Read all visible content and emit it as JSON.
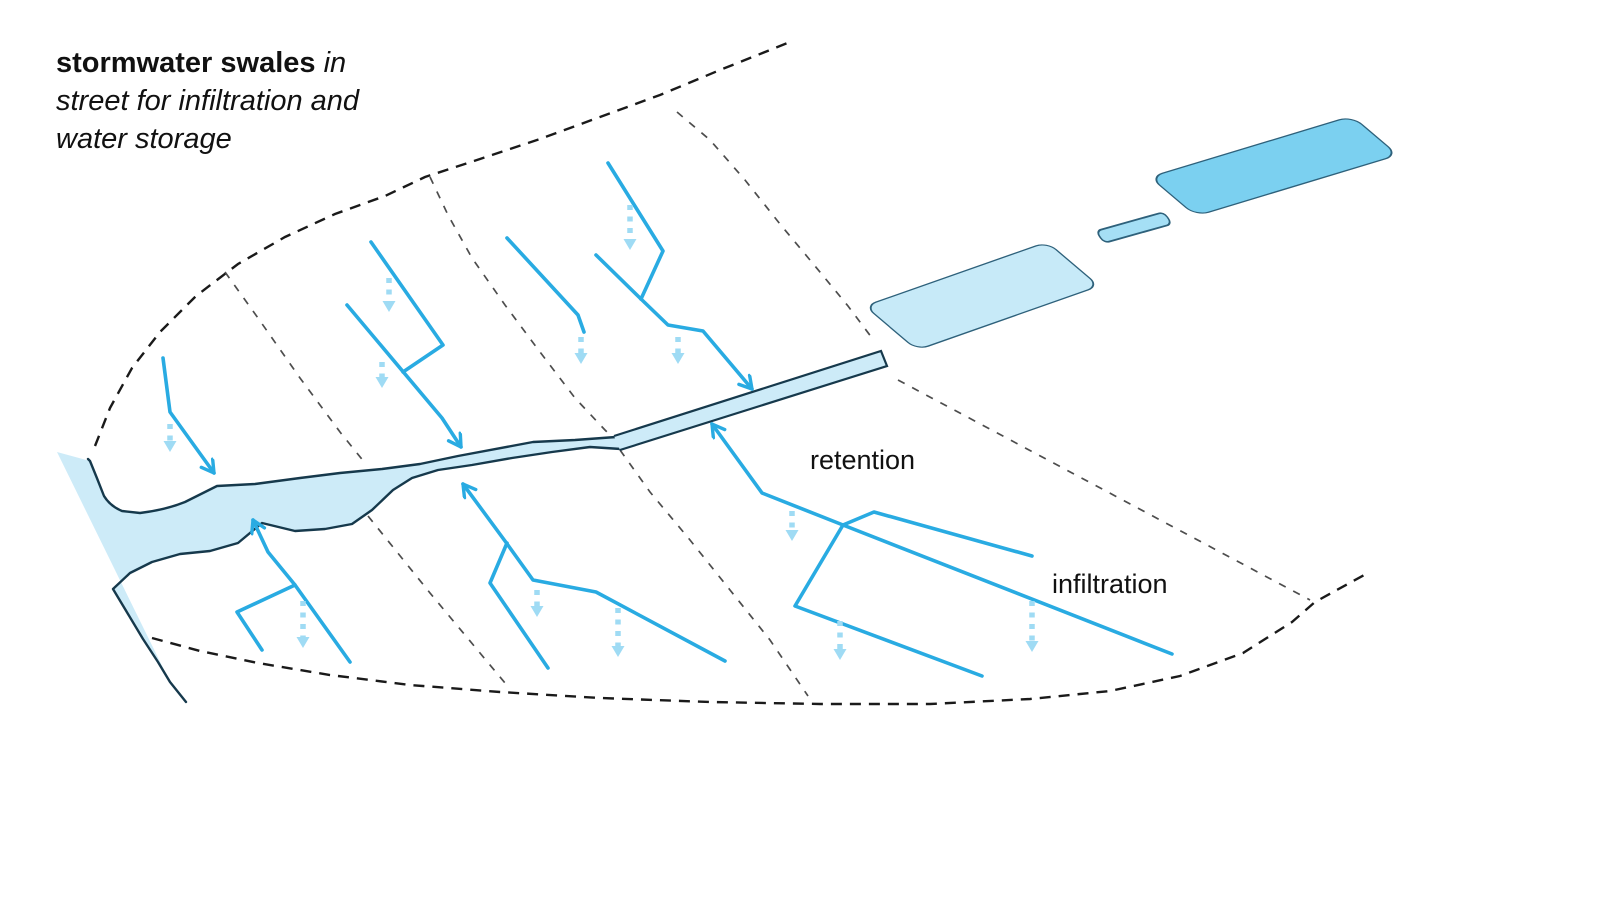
{
  "title": {
    "bold_text": "stormwater swales",
    "italic_tail": " in",
    "line2": "street for infiltration and",
    "line3": "water storage"
  },
  "labels": {
    "retention": "retention",
    "infiltration": "infiltration"
  },
  "icons": {
    "infiltration_arrow": "dashed downward arrow (seepage into ground)",
    "flow_arrow": "open chevron arrowhead on swale line (flow toward channel)"
  },
  "colors": {
    "swale": "#29ABE2",
    "infiltration_arrow": "#9FDBF4",
    "water_fill": "#CDEBF8",
    "water_outline": "#16394C",
    "basin_light": "#C7EAF8",
    "basin_medium": "#A5DFF5",
    "basin_dark": "#7BD0F0",
    "basin_outline": "#2E617B",
    "boundary": "#1a1a1a",
    "divider": "#4d4d4d",
    "text": "#111111"
  }
}
